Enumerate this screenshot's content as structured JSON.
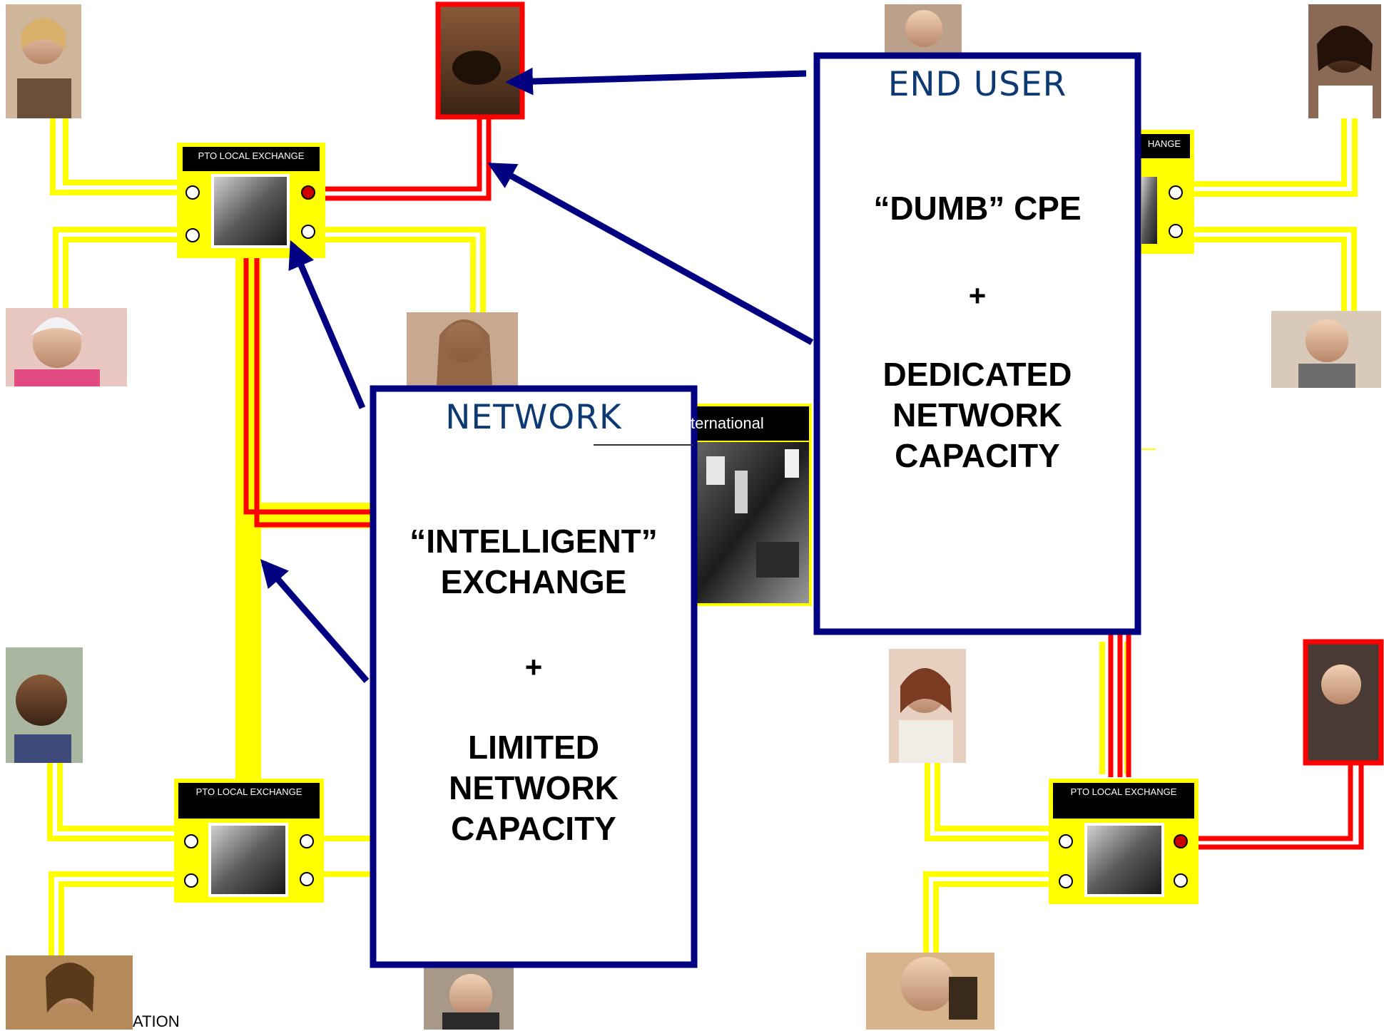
{
  "colors": {
    "yellow_line": "#ffff00",
    "red_line": "#ff0000",
    "arrow": "#000080",
    "box_border": "#000080",
    "title_text": "#0d3a73",
    "exchange_header": "#000000"
  },
  "exchanges": {
    "top_left": "PTO LOCAL EXCHANGE",
    "top_right": "HANGE",
    "bottom_left": "PTO LOCAL EXCHANGE",
    "bottom_right": "PTO LOCAL EXCHANGE",
    "international": "ternational"
  },
  "network_box": {
    "title": "NETWORK",
    "line1": "“INTELLIGENT”",
    "line2": "EXCHANGE",
    "plus": "+",
    "line3": "LIMITED",
    "line4": "NETWORK",
    "line5": "CAPACITY"
  },
  "end_user_box": {
    "title": "END USER",
    "line1": "“DUMB” CPE",
    "plus": "+",
    "line2": "DEDICATED",
    "line3": "NETWORK",
    "line4": "CAPACITY"
  },
  "footer_fragment": "ATION",
  "icons": {
    "user_photo": "person-on-phone-photo",
    "exchange_photo": "switchboard-operator-photo"
  }
}
